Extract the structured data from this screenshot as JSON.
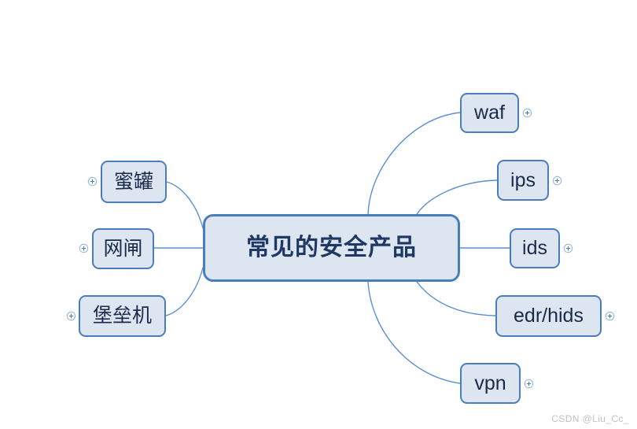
{
  "diagram": {
    "type": "mind-map",
    "title": "常见的安全产品",
    "colors": {
      "node_fill": "#dde5f1",
      "node_border": "#4a7ebb",
      "node_text": "#1b2a4a",
      "central_text": "#1f3864",
      "connector": "#5b8fd0",
      "background": "#ffffff",
      "watermark": "#c2c2c2"
    },
    "central": {
      "label": "常见的安全产品"
    },
    "branches_right": [
      {
        "label": "waf",
        "expand_icon": "plus-circle-icon"
      },
      {
        "label": "ips",
        "expand_icon": "plus-circle-icon"
      },
      {
        "label": "ids",
        "expand_icon": "plus-circle-icon"
      },
      {
        "label": "edr/hids",
        "expand_icon": "plus-circle-icon"
      },
      {
        "label": "vpn",
        "expand_icon": "plus-circle-icon"
      }
    ],
    "branches_left": [
      {
        "label": "蜜罐",
        "expand_icon": "plus-circle-icon"
      },
      {
        "label": "网闸",
        "expand_icon": "plus-circle-icon"
      },
      {
        "label": "堡垒机",
        "expand_icon": "plus-circle-icon"
      }
    ]
  },
  "watermark": {
    "text": "CSDN @Liu_Cc_"
  }
}
